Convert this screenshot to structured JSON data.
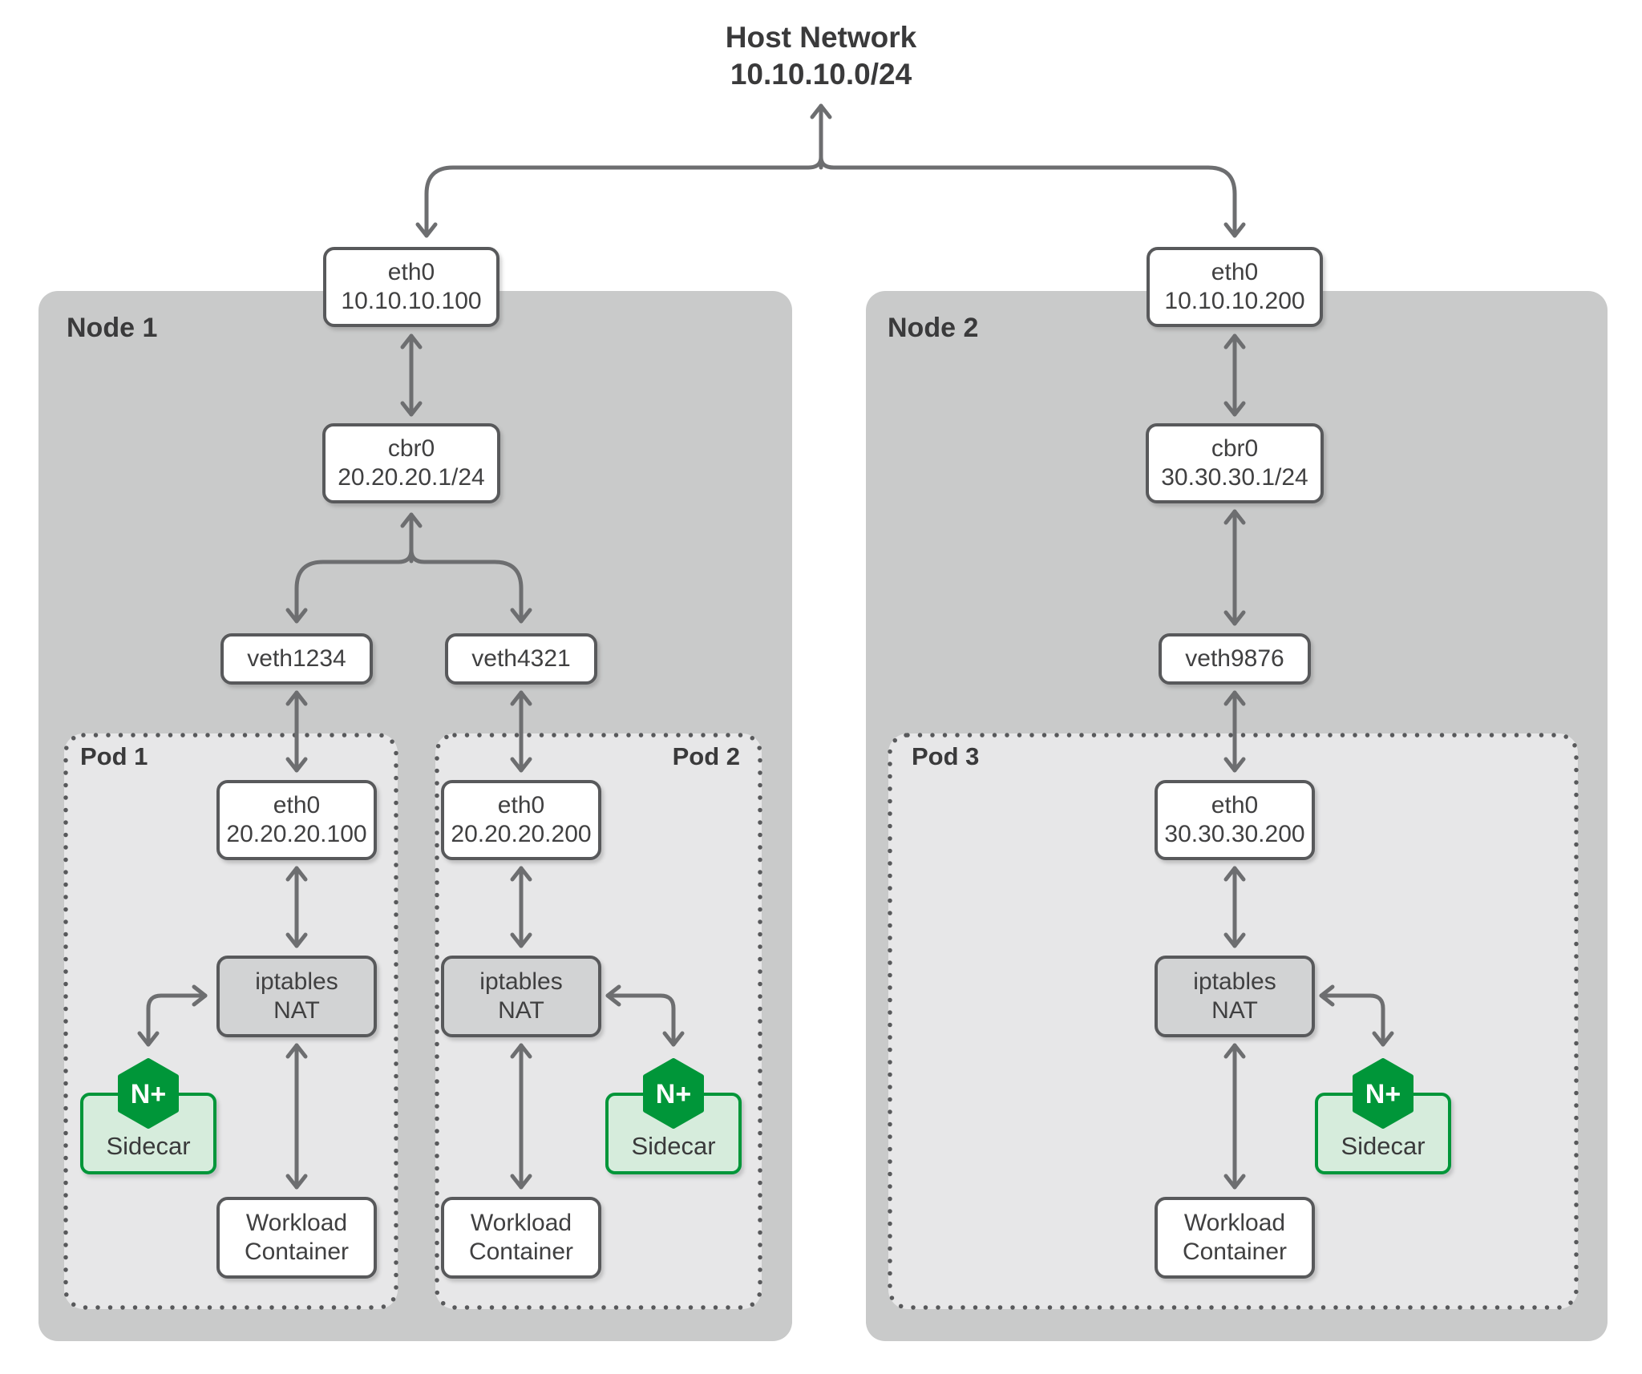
{
  "host_network": {
    "name": "Host Network",
    "cidr": "10.10.10.0/24"
  },
  "node1": {
    "label": "Node 1",
    "eth0": {
      "name": "eth0",
      "ip": "10.10.10.100"
    },
    "cbr0": {
      "name": "cbr0",
      "ip": "20.20.20.1/24"
    },
    "veth_left": "veth1234",
    "veth_right": "veth4321"
  },
  "node2": {
    "label": "Node 2",
    "eth0": {
      "name": "eth0",
      "ip": "10.10.10.200"
    },
    "cbr0": {
      "name": "cbr0",
      "ip": "30.30.30.1/24"
    },
    "veth": "veth9876"
  },
  "pod1": {
    "label": "Pod 1",
    "eth0": {
      "name": "eth0",
      "ip": "20.20.20.100"
    },
    "nat": {
      "line1": "iptables",
      "line2": "NAT"
    },
    "sidecar": {
      "label": "Sidecar",
      "icon_text": "N+"
    },
    "workload": {
      "line1": "Workload",
      "line2": "Container"
    }
  },
  "pod2": {
    "label": "Pod 2",
    "eth0": {
      "name": "eth0",
      "ip": "20.20.20.200"
    },
    "nat": {
      "line1": "iptables",
      "line2": "NAT"
    },
    "sidecar": {
      "label": "Sidecar",
      "icon_text": "N+"
    },
    "workload": {
      "line1": "Workload",
      "line2": "Container"
    }
  },
  "pod3": {
    "label": "Pod 3",
    "eth0": {
      "name": "eth0",
      "ip": "30.30.30.200"
    },
    "nat": {
      "line1": "iptables",
      "line2": "NAT"
    },
    "sidecar": {
      "label": "Sidecar",
      "icon_text": "N+"
    },
    "workload": {
      "line1": "Workload",
      "line2": "Container"
    }
  },
  "colors": {
    "node_fill": "#c9caca",
    "pod_fill": "#e7e7e8",
    "box_border": "#58595b",
    "nat_fill": "#d2d3d4",
    "arrow": "#6d6e70",
    "text": "#404041",
    "nginx_green": "#009639",
    "sidecar_fill": "#d6ecdc"
  }
}
